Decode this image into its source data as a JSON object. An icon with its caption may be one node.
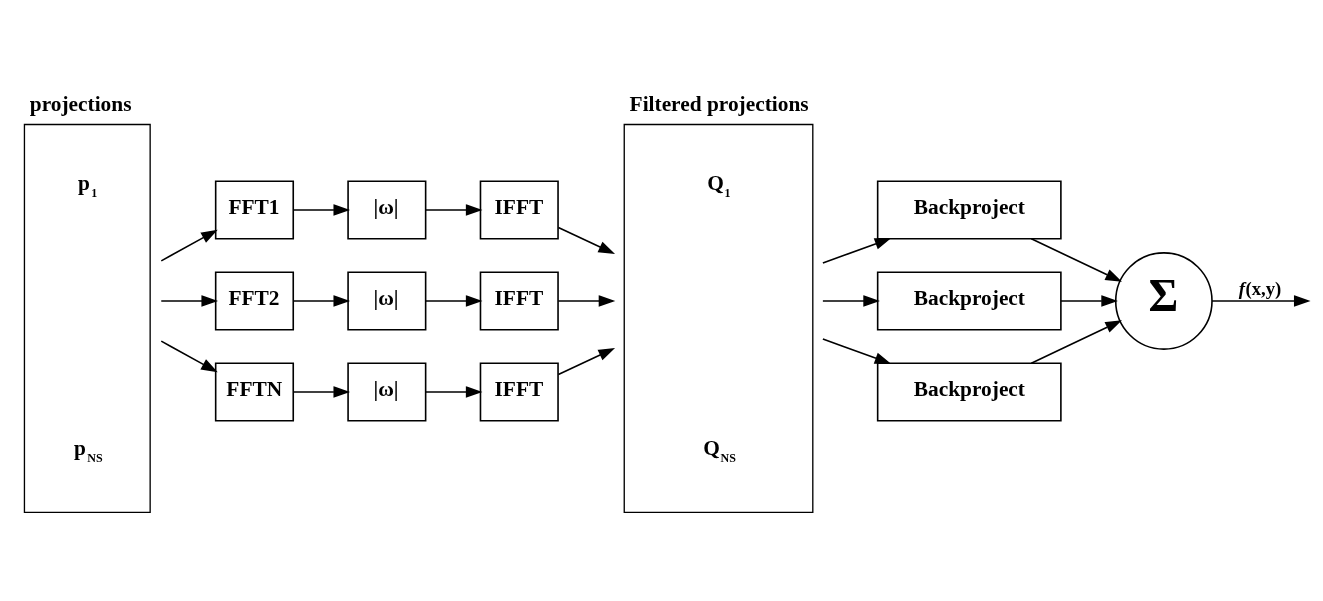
{
  "diagram": {
    "nodes": [
      {
        "text": [
          "projections",
          "p$_{1}$",
          "p$_{NS}$"
        ]
      },
      {
        "text": [
          "FFT1"
        ]
      },
      {
        "text": [
          "|ω|"
        ]
      },
      {
        "text": [
          "IFFT"
        ]
      },
      {
        "text": [
          "FFT2"
        ]
      },
      {
        "text": [
          "|ω|"
        ]
      },
      {
        "text": [
          "IFFT"
        ]
      },
      {
        "text": [
          "FFTN"
        ]
      },
      {
        "text": [
          "|ω|"
        ]
      },
      {
        "text": [
          "IFFT"
        ]
      },
      {
        "text": [
          "Filtered projections",
          "Q$_{1}$",
          "Q$_{NS}$"
        ]
      },
      {
        "text": [
          "Backproject"
        ]
      },
      {
        "text": [
          "Backproject"
        ]
      },
      {
        "text": [
          "Backproject"
        ]
      },
      {
        "text": [
          "Σ"
        ]
      }
    ],
    "edges": [
      {
        "from": 0,
        "to": 1,
        "arrow": "to"
      },
      {
        "from": 1,
        "to": 2,
        "arrow": "to"
      },
      {
        "from": 2,
        "to": 3,
        "arrow": "to"
      },
      {
        "from": 3,
        "to": 10,
        "arrow": "to"
      },
      {
        "from": 0,
        "to": 4,
        "arrow": "to"
      },
      {
        "from": 4,
        "to": 5,
        "arrow": "to"
      },
      {
        "from": 5,
        "to": 6,
        "arrow": "to"
      },
      {
        "from": 6,
        "to": 10,
        "arrow": "to"
      },
      {
        "from": 0,
        "to": 7,
        "arrow": "to"
      },
      {
        "from": 7,
        "to": 8,
        "arrow": "to"
      },
      {
        "from": 8,
        "to": 9,
        "arrow": "to"
      },
      {
        "from": 9,
        "to": 10,
        "arrow": "to"
      },
      {
        "from": 10,
        "to": 11,
        "arrow": "to"
      },
      {
        "from": 10,
        "to": 12,
        "arrow": "to"
      },
      {
        "from": 10,
        "to": 13,
        "arrow": "to"
      },
      {
        "from": 11,
        "to": 14,
        "arrow": "to"
      },
      {
        "from": 12,
        "to": 14,
        "arrow": "to"
      },
      {
        "from": 13,
        "to": 14,
        "arrow": "to"
      },
      {
        "from": 14,
        "to": null,
        "arrow": "to",
        "label": "*f*(x,y)"
      }
    ]
  }
}
